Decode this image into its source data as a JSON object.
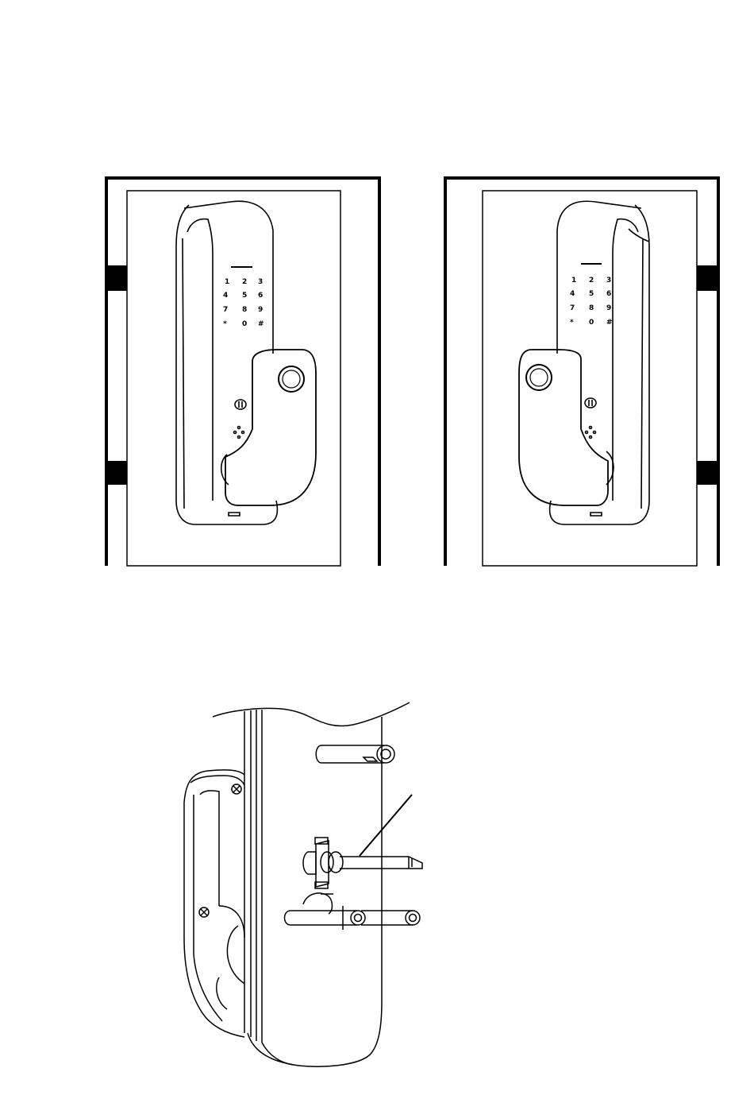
{
  "figure": {
    "left_lock": {
      "orientation": "left-hinged",
      "keypad": [
        [
          "1",
          "2",
          "3"
        ],
        [
          "4",
          "5",
          "6"
        ],
        [
          "7",
          "8",
          "9"
        ],
        [
          "*",
          "0",
          "#"
        ]
      ]
    },
    "right_lock": {
      "orientation": "right-hinged",
      "keypad": [
        [
          "1",
          "2",
          "3"
        ],
        [
          "4",
          "5",
          "6"
        ],
        [
          "7",
          "8",
          "9"
        ],
        [
          "*",
          "0",
          "#"
        ]
      ]
    },
    "bottom_view": {
      "description_visible": false
    },
    "colors": {
      "line": "#000000",
      "background": "#ffffff"
    }
  }
}
